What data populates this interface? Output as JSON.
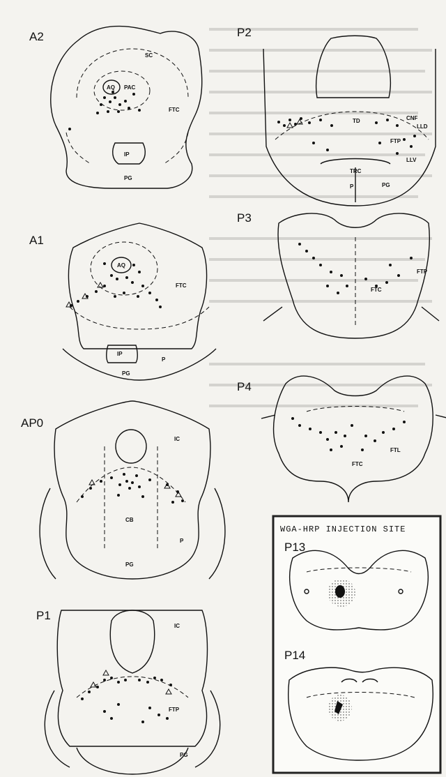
{
  "sections": {
    "A2": {
      "label": "A2",
      "regions": [
        "SC",
        "AQ",
        "PAC",
        "FTC",
        "IP",
        "PG"
      ]
    },
    "A1": {
      "label": "A1",
      "regions": [
        "AQ",
        "FTC",
        "IP",
        "P",
        "PG"
      ]
    },
    "AP0": {
      "label": "AP0",
      "regions": [
        "IC",
        "CB",
        "P",
        "PG"
      ]
    },
    "P1": {
      "label": "P1",
      "regions": [
        "IC",
        "FTP",
        "PG"
      ]
    },
    "P2": {
      "label": "P2",
      "regions": [
        "CNF",
        "LLD",
        "TD",
        "FTP",
        "LLV",
        "TRC",
        "P",
        "PG"
      ]
    },
    "P3": {
      "label": "P3",
      "regions": [
        "FTP",
        "FTC"
      ]
    },
    "P4": {
      "label": "P4",
      "regions": [
        "FTL",
        "FTC"
      ]
    }
  },
  "injection": {
    "title": "WGA-HRP INJECTION SITE",
    "sections": [
      "P13",
      "P14"
    ]
  },
  "colors": {
    "ink": "#111111",
    "paper": "#f4f3ef",
    "frame": "#222222"
  }
}
